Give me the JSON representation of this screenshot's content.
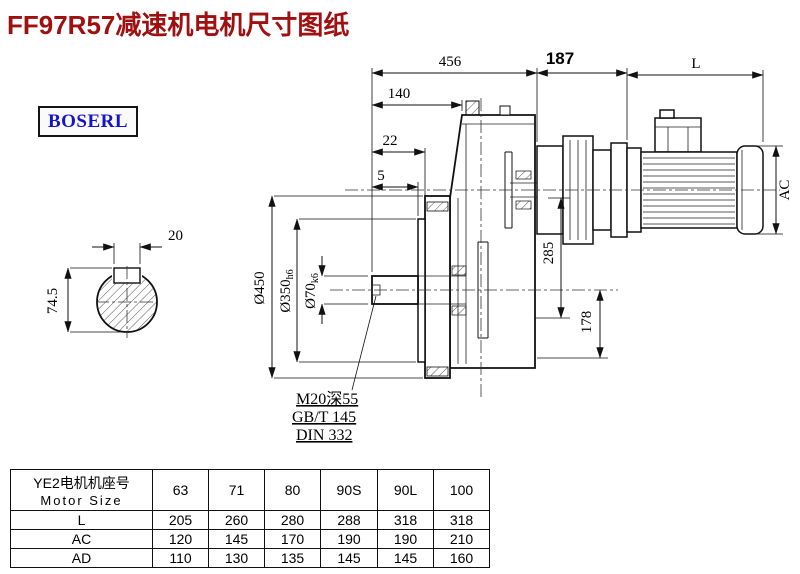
{
  "page": {
    "title": "FF97R57减速机电机尺寸图纸",
    "logo": "BOSERL"
  },
  "dims": {
    "top_456": "456",
    "top_187": "187",
    "top_L": "L",
    "left_140": "140",
    "left_22": "22",
    "left_5": "5",
    "v_285": "285",
    "v_178": "178",
    "v_AC": "AC",
    "shaft_20": "20",
    "shaft_745": "74.5",
    "dia_450": "Ø450",
    "dia_350": "Ø350",
    "dia_350_sub": "h6",
    "dia_70": "Ø70",
    "dia_70_sub": "k6"
  },
  "notes": {
    "line1": "M20深55",
    "line2": "GB/T 145",
    "line3": "DIN 332"
  },
  "table": {
    "header_cn": "YE2电机机座号",
    "header_en": "Motor Size",
    "sizes": [
      "63",
      "71",
      "80",
      "90S",
      "90L",
      "100"
    ],
    "rows": [
      {
        "label": "L",
        "values": [
          "205",
          "260",
          "280",
          "288",
          "318",
          "318"
        ]
      },
      {
        "label": "AC",
        "values": [
          "120",
          "145",
          "170",
          "190",
          "190",
          "210"
        ]
      },
      {
        "label": "AD",
        "values": [
          "110",
          "130",
          "135",
          "145",
          "145",
          "160"
        ]
      }
    ]
  }
}
